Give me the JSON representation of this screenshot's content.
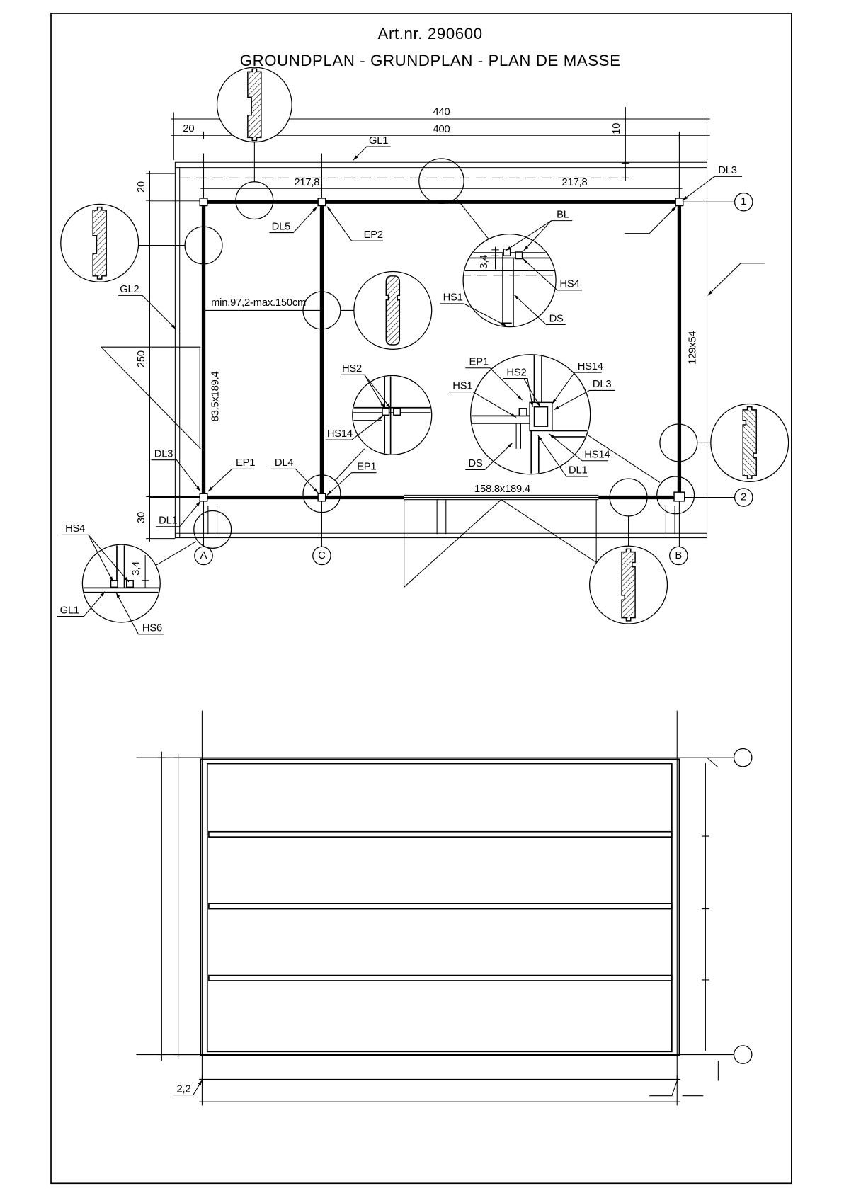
{
  "header": {
    "article": "Art.nr. 290600",
    "title": "GROUNDPLAN - GRUNDPLAN - PLAN DE MASSE"
  },
  "dimensions": {
    "overall_width": "440",
    "overhang_left": "20",
    "wall_width": "400",
    "roof_offset": "10",
    "bay_left": "217,8",
    "bay_right": "217,8",
    "overhang_back": "20",
    "depth": "250",
    "overhang_front": "30",
    "detail_top_gap": "3,4",
    "detail_left_gap": "3,4",
    "floor_offset": "2,2"
  },
  "openings": {
    "door_left": "83.5x189.4",
    "partition_range": "min.97,2-max.150cm",
    "window_right": "129x54",
    "double_door": "158.8x189.4"
  },
  "labels": {
    "gl1_top": "GL1",
    "dl3_top_right": "DL3",
    "dl5": "DL5",
    "ep2": "EP2",
    "bl": "BL",
    "hs4_detail": "HS4",
    "hs1_detail": "HS1",
    "ds_detail": "DS",
    "gl2": "GL2",
    "hs2_mid": "HS2",
    "hs14_mid": "HS14",
    "ep1_corner": "EP1",
    "hs2_corner": "HS2",
    "hs14_corner_top": "HS14",
    "dl3_corner": "DL3",
    "hs1_corner": "HS1",
    "ds_corner": "DS",
    "hs14_corner_bottom": "HS14",
    "dl1_corner": "DL1",
    "dl3_left": "DL3",
    "ep1_left": "EP1",
    "dl4": "DL4",
    "ep1_mid": "EP1",
    "dl1_left": "DL1",
    "hs4_left": "HS4",
    "gl1_left": "GL1",
    "hs6": "HS6"
  },
  "grid": {
    "row_1": "1",
    "row_2": "2",
    "col_a": "A",
    "col_c": "C",
    "col_b": "B"
  }
}
